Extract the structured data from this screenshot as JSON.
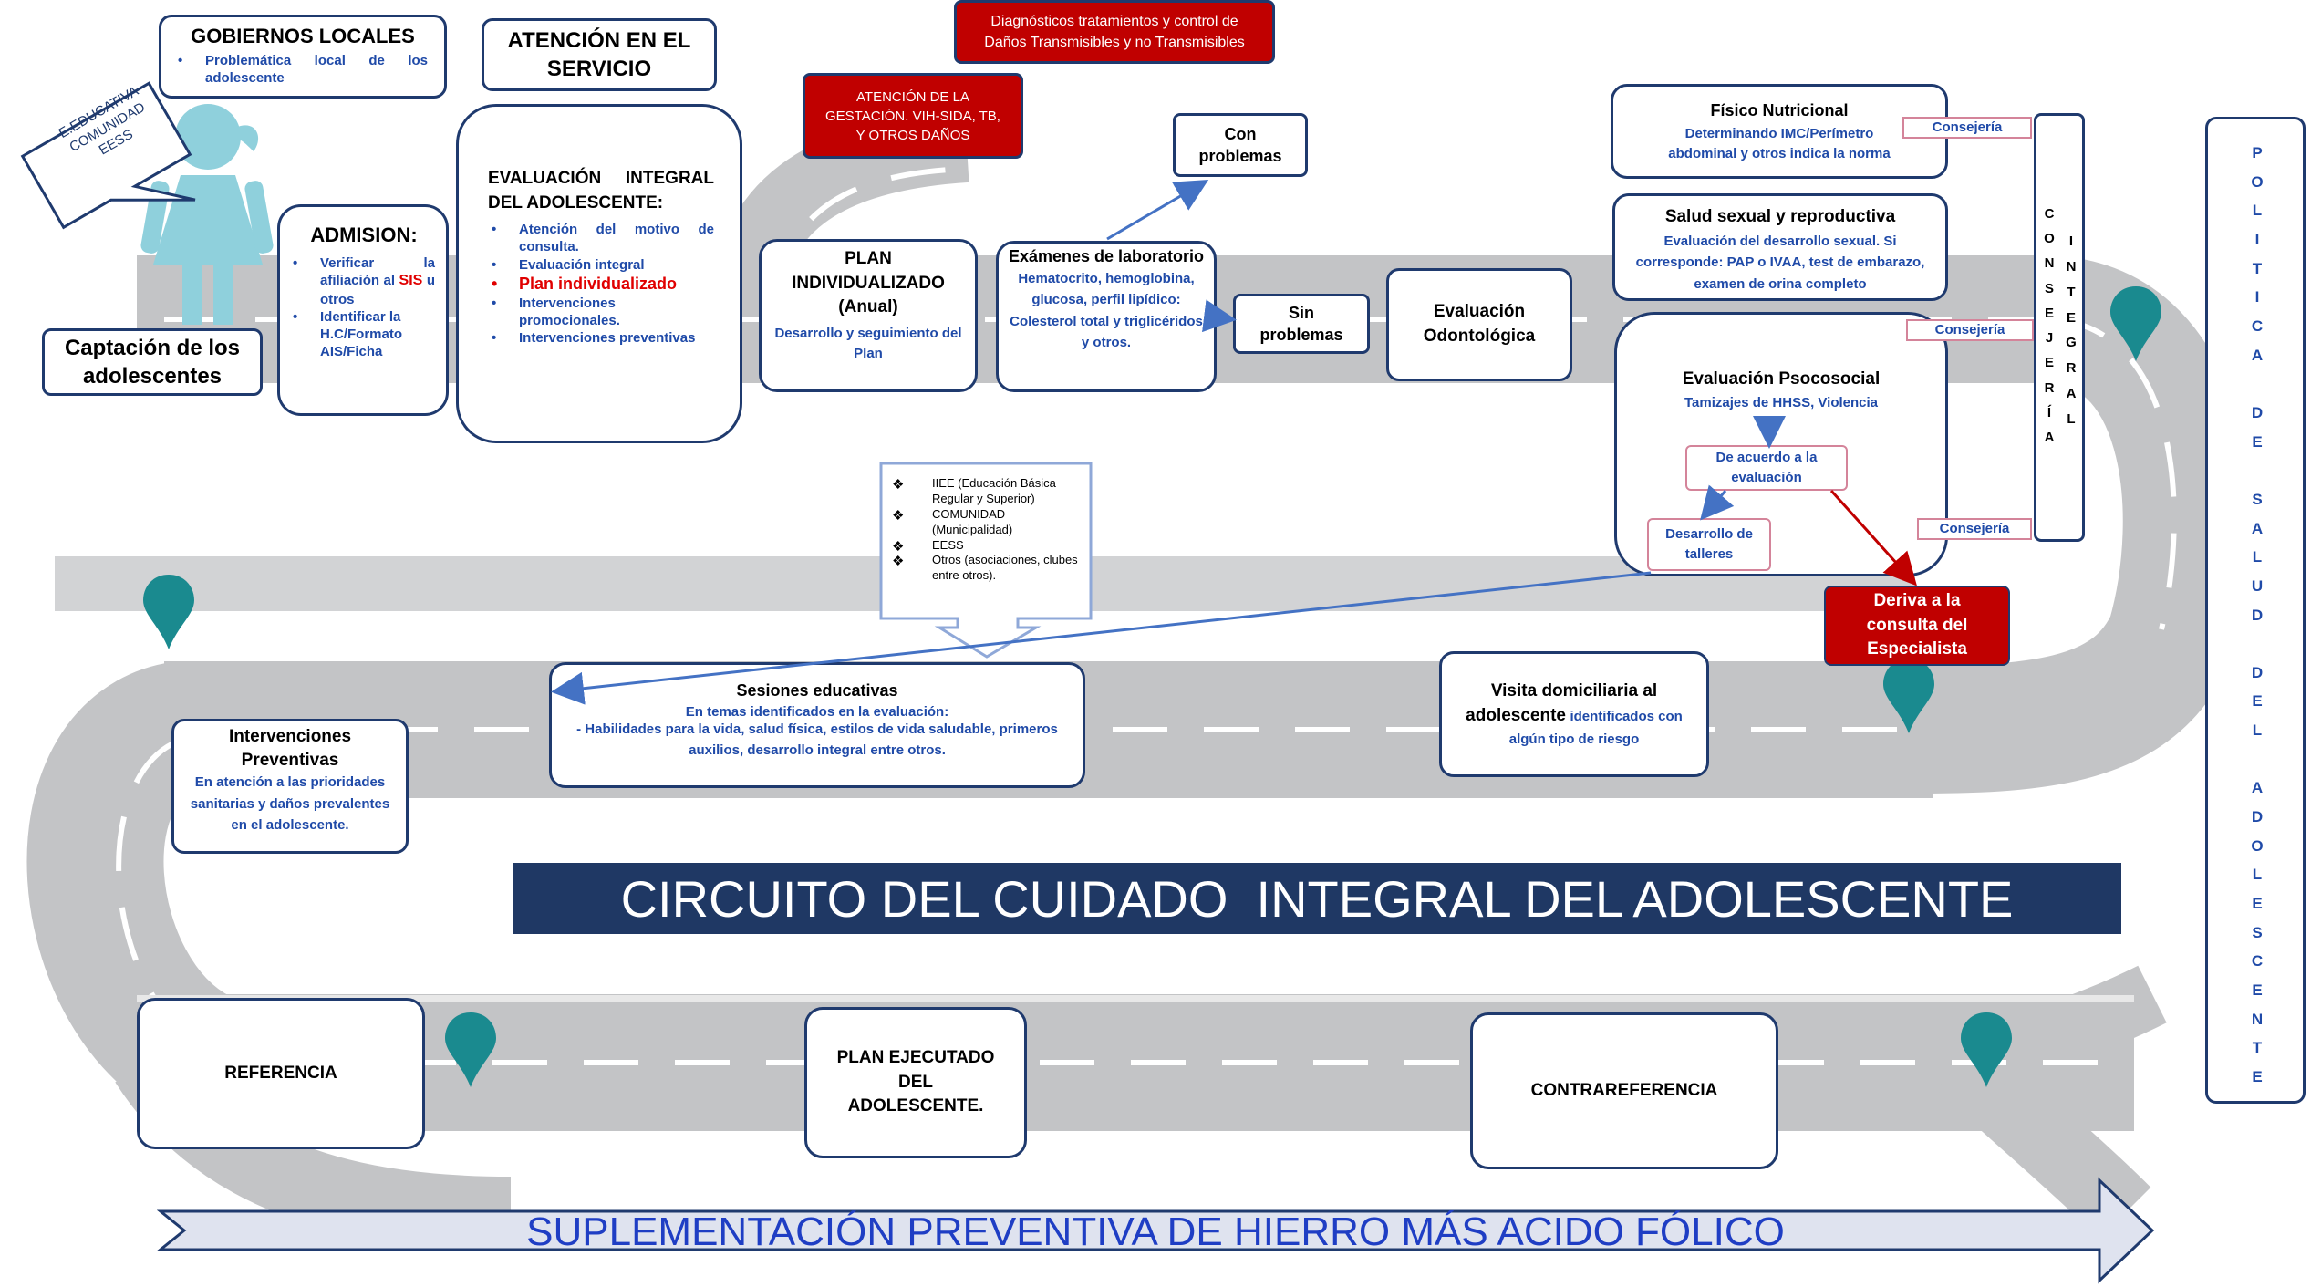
{
  "header": {
    "gobiernos_title": "GOBIERNOS LOCALES",
    "gobiernos_item": "Problemática local de los adolescente",
    "atencion_title": "ATENCIÓN EN EL SERVICIO",
    "diagnosticos": "Diagnósticos tratamientos y control de Daños Transmisibles y no Transmisibles",
    "gestacion": "ATENCIÓN DE LA GESTACIÓN. VIH-SIDA, TB, Y OTROS DAÑOS"
  },
  "speech": {
    "line1": "E.EDUCATIVA",
    "line2": "COMUNIDAD",
    "line3": "EESS"
  },
  "captacion": "Captación de los adolescentes",
  "admision": {
    "title": "ADMISION:",
    "item1_pre": "Verificar la afiliación al",
    "item1_sis": "SIS",
    "item1_post": "u otros",
    "item2": "Identificar la H.C/Formato AIS/Ficha"
  },
  "evaluacion": {
    "title": "EVALUACIÓN INTEGRAL DEL ADOLESCENTE:",
    "items": [
      "Atención del motivo de consulta.",
      "Evaluación integral",
      "Plan individualizado",
      "Intervenciones promocionales.",
      "Intervenciones preventivas"
    ]
  },
  "plan": {
    "title": "PLAN INDIVIDUALIZADO (Anual)",
    "sub": "Desarrollo y seguimiento del Plan"
  },
  "examenes": {
    "title": "Exámenes de laboratorio",
    "sub": "Hematocrito, hemoglobina, glucosa, perfil lipídico: Colesterol total y triglicéridos y otros."
  },
  "con_problemas": "Con problemas",
  "sin_problemas": "Sin problemas",
  "odontologica": "Evaluación Odontológica",
  "fisico": {
    "title": "Físico Nutricional",
    "sub": "Determinando IMC/Perímetro abdominal y otros indica la norma"
  },
  "sexual": {
    "title": "Salud sexual y reproductiva",
    "sub": "Evaluación del desarrollo sexual. Si corresponde: PAP o IVAA, test de embarazo, examen de orina completo"
  },
  "psicosocial": {
    "title": "Evaluación Psocosocial",
    "sub": "Tamizajes de HHSS, Violencia",
    "acuerdo": "De acuerdo a la evaluación",
    "talleres": "Desarrollo de talleres"
  },
  "consejeria_labels": [
    "Consejería",
    "Consejería",
    "Consejería"
  ],
  "consejeria_integral": {
    "col1": [
      "C",
      "O",
      "N",
      "S",
      "E",
      "J",
      "E",
      "R",
      "Í",
      "A"
    ],
    "col2": [
      "I",
      "N",
      "T",
      "E",
      "G",
      "R",
      "A",
      "L"
    ]
  },
  "politica": [
    "P",
    "O",
    "L",
    "I",
    "T",
    "I",
    "C",
    "A",
    "",
    "D",
    "E",
    "",
    "S",
    "A",
    "L",
    "U",
    "D",
    "",
    "D",
    "E",
    "L",
    "",
    "A",
    "D",
    "O",
    "L",
    "E",
    "S",
    "C",
    "E",
    "N",
    "T",
    "E"
  ],
  "deriva": "Deriva a la consulta del Especialista",
  "callout": {
    "items": [
      "IIEE (Educación Básica Regular y Superior)",
      "COMUNIDAD (Municipalidad)",
      "EESS",
      "Otros (asociaciones, clubes entre otros)."
    ]
  },
  "sesiones": {
    "title": "Sesiones educativas",
    "sub1": "En temas identificados en la evaluación:",
    "sub2": "- Habilidades para la vida, salud física, estilos de vida saludable, primeros auxilios, desarrollo integral entre otros."
  },
  "visita": {
    "title": "Visita domiciliaria al adolescente",
    "sub": "identificados con algún tipo de riesgo"
  },
  "intervenciones": {
    "title": "Intervenciones Preventivas",
    "sub": "En atención a las prioridades sanitarias y daños prevalentes en el adolescente."
  },
  "banner": "CIRCUITO DEL CUIDADO  INTEGRAL DEL ADOLESCENTE",
  "referencia": "REFERENCIA",
  "plan_ejecutado": "PLAN EJECUTADO DEL ADOLESCENTE.",
  "contrareferencia": "CONTRAREFERENCIA",
  "suplementacion": "SUPLEMENTACIÓN PREVENTIVA DE HIERRO MÁS ACIDO FÓLICO",
  "colors": {
    "navy": "#1f3a6e",
    "road": "#bfc0c2",
    "red_box": "#c00000",
    "blue_text": "#1f4aa8",
    "banner": "#1f3864",
    "pin": "#1a8a8f"
  }
}
